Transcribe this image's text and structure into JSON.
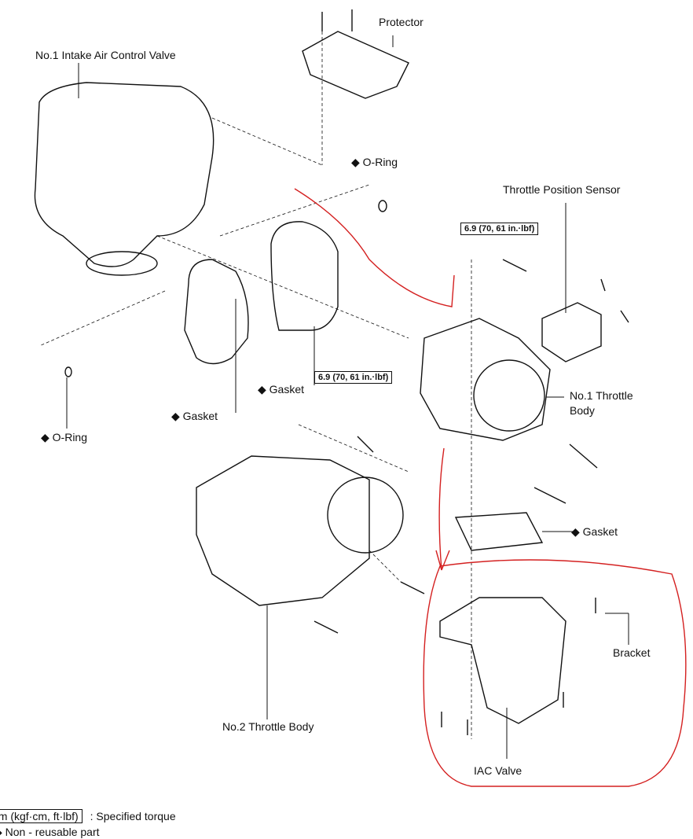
{
  "labels": {
    "protector": "Protector",
    "iacv1": "No.1 Intake Air Control Valve",
    "oring_top": "◆ O-Ring",
    "tps": "Throttle Position Sensor",
    "gasket_mid": "◆ Gasket",
    "gasket_left": "◆ Gasket",
    "oring_left": "◆ O-Ring",
    "tb1": "No.1 Throttle",
    "tb1_b": "Body",
    "gasket_right": "◆ Gasket",
    "bracket": "Bracket",
    "tb2": "No.2 Throttle Body",
    "iac": "IAC Valve"
  },
  "torque": {
    "t1": "6.9 (70, 61 in.·lbf)",
    "t2": "6.9 (70, 61 in.·lbf)"
  },
  "legend": {
    "torque_box": "N·m (kgf·cm, ft·lbf)",
    "torque_desc": ": Specified torque",
    "nonreuse": "◆ Non - reusable part"
  },
  "colors": {
    "annotation": "#d42020",
    "line": "#111111"
  }
}
